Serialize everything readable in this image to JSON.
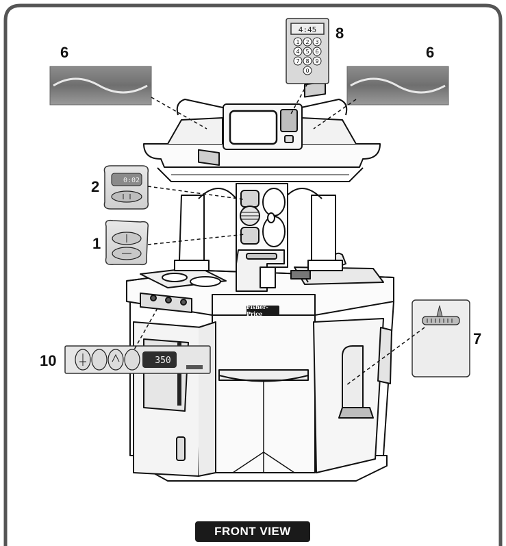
{
  "diagram": {
    "caption": "FRONT VIEW",
    "brand_label": "Fisher-Price",
    "callouts": [
      {
        "id": "label-6-left",
        "text": "6"
      },
      {
        "id": "label-8",
        "text": "8"
      },
      {
        "id": "label-6-right",
        "text": "6"
      },
      {
        "id": "label-2",
        "text": "2"
      },
      {
        "id": "label-1",
        "text": "1"
      },
      {
        "id": "label-7",
        "text": "7"
      },
      {
        "id": "label-10",
        "text": "10"
      }
    ],
    "keypad_keys": [
      "1",
      "2",
      "3",
      "4",
      "5",
      "6",
      "7",
      "8",
      "9",
      "0"
    ],
    "microwave_display": "4:45",
    "timer_display": "0:02",
    "oven_display": "350"
  }
}
